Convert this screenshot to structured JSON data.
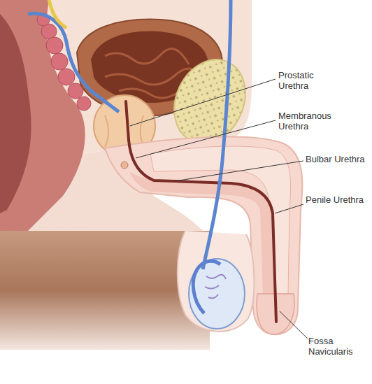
{
  "diagram": {
    "labels": [
      "Prostatic Urethra",
      "Membranous Urethra",
      "Bulbar Urethra",
      "Penile Urethra",
      "Fossa Navicularis"
    ]
  }
}
